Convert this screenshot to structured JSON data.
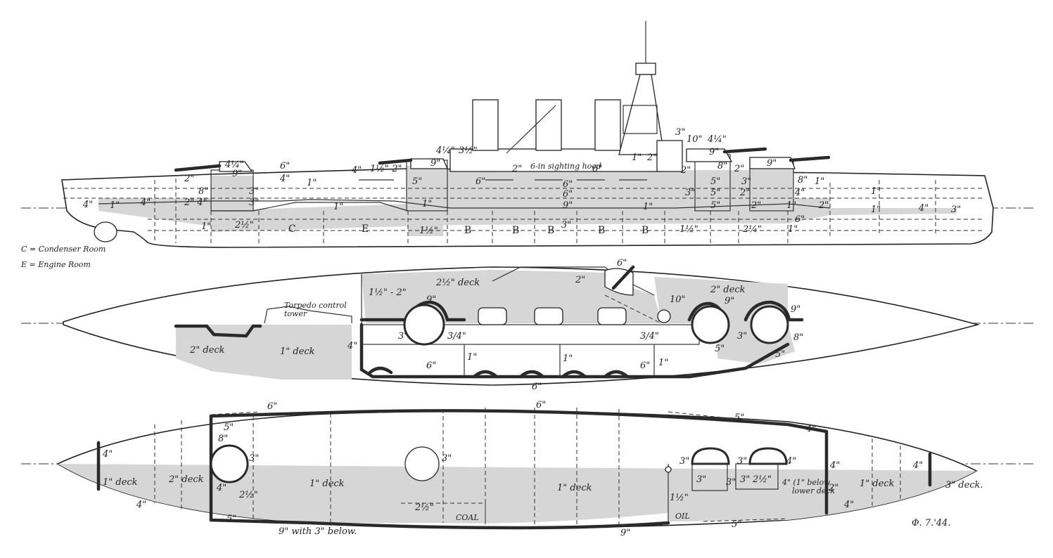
{
  "legend": {
    "condenser": "C = Condenser Room",
    "engine": "E = Engine Room"
  },
  "signature": "Φ. 7.'44.",
  "profile": {
    "labels": {
      "t_turret_a_roof": "4¼\"",
      "t_turret_a_face": "9\"",
      "t_6in_fwd": "6\"",
      "t_2a": "2\"",
      "t_8a": "8\"",
      "t_4in_a": "4\"",
      "t_3a": "3\"",
      "t_3b": "3\"",
      "t_1_deck_fwd": "1\"",
      "t_bow_4": "4\"",
      "t_bow_1": "1\"",
      "t_4_belt": "4\"",
      "t_2_4": "2\" 4\"",
      "t_1_mid": "1\"",
      "t_1_low": "1\"",
      "t_2half_low": "2½\"",
      "t_c": "C",
      "t_e": "E",
      "t_1half": "1½\"",
      "t_b1": "B",
      "t_b2": "B",
      "t_b3": "B",
      "t_b4": "B",
      "t_b5": "B",
      "t_4b": "4\"",
      "t_1half_2": "1½\"-2\"",
      "t_4q_b": "4¼\"",
      "t_3h": "3½\"",
      "t_9b": "9\"",
      "t_5a": "5\"",
      "t_1e": "1\"",
      "t_2m": "2\"",
      "t_hood": "6-in sighting hood",
      "t_6q": "6\"",
      "t_6m": "6\"",
      "t_6n": "6\"",
      "t_6o": "6\"",
      "t_9c": "9\"",
      "t_3c": "3\"",
      "t_1f": "1\"",
      "t_1g": "1\"",
      "t_2g": "2\"",
      "t_3bt": "3\"",
      "t_10": "10\"",
      "t_4q_c": "4¼\"",
      "t_9d": "9\"",
      "t_8d": "8\"",
      "t_2h": "2\"",
      "t_3d": "3\"",
      "t_5b": "5\"",
      "t_5c": "5\"",
      "t_5d": "5\"",
      "t_2i": "2\"",
      "t_3e": "3\"",
      "t_2j": "2\"",
      "t_2k": "2\"",
      "t_9e": "9\"",
      "t_8e": "8\"",
      "t_4c": "4\"",
      "t_1h": "1\"",
      "t_1i": "1\"",
      "t_1j": "1\"",
      "t_2l": "2\"",
      "t_1k": "1\"",
      "t_4d": "4\"",
      "t_3f": "3\"",
      "t_1half_b": "1½\"",
      "t_2q": "2¼\"",
      "t_1l": "1\"",
      "t_6p": "6\""
    }
  },
  "upper_plan": {
    "labels": {
      "u_6a": "6\"",
      "u_2": "2\"",
      "u_2half_deck": "2½\" deck",
      "u_1half_2": "1½\" - 2\"",
      "u_9a": "9\"",
      "u_torpedo": "Torpedo control",
      "u_tower": "tower",
      "u_10": "10\"",
      "u_9b": "9\"",
      "u_9c": "9\"",
      "u_2deck_a": "2\" deck",
      "u_2deck_b": "2\" deck",
      "u_1deck": "1\" deck",
      "u_4": "4\"",
      "u_3a": "3\"",
      "u_34a": "3/4\"",
      "u_34b": "3/4\"",
      "u_3b": "3\"",
      "u_8": "8\"",
      "u_5a": "5\"",
      "u_5b": "5\"",
      "u_6b": "6\"",
      "u_1a": "1\"",
      "u_1b": "1\"",
      "u_6c": "6\"",
      "u_1c": "1\"",
      "u_6d": "6\""
    }
  },
  "lower_plan": {
    "labels": {
      "l_5a": "5\"",
      "l_6a": "6\"",
      "l_6b": "6\"",
      "l_5b": "5\"",
      "l_4a": "4\"",
      "l_4b": "4\"",
      "l_8": "8\"",
      "l_3a": "3\"",
      "l_1deck_a": "1\" deck",
      "l_2deck": "2\" deck",
      "l_4c": "4\"",
      "l_2half": "2½\"",
      "l_1deck_b": "1\" deck",
      "l_3b": "3\"",
      "l_1deck_c": "1\" deck",
      "l_2half_b": "2½\"",
      "l_coal": "COAL",
      "l_4d": "4\"",
      "l_5c": "5\"",
      "l_9": "9\" with 3\" below.",
      "l_9b": "9\"",
      "l_3c": "3\"",
      "l_3d": "3\"",
      "l_3e": "3\"",
      "l_3f": "3\"",
      "l_4e": "4\"",
      "l_4f": "4\"",
      "l_3g": "3\"",
      "l_22": "2½\"",
      "l_4g": "4\" (1\" below",
      "l_lower": "lower deck",
      "l_2b": "2\"",
      "l_1half": "1½\"",
      "l_oil": "OIL",
      "l_5d": "5\"",
      "l_4h": "4\"",
      "l_1deck_d": "1\" deck",
      "l_4i": "4\"",
      "l_3deck": "3\" deck."
    }
  }
}
